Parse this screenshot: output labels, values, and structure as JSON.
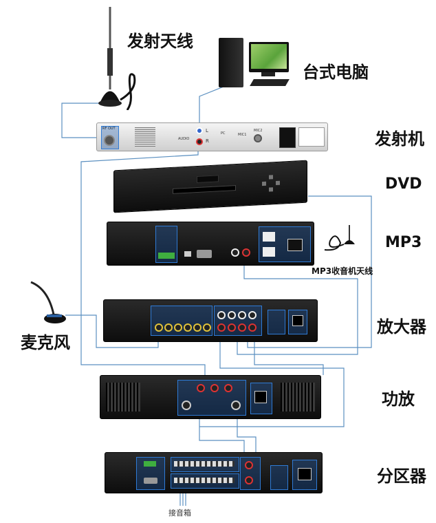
{
  "labels": {
    "antenna": "发射天线",
    "computer": "台式电脑",
    "transmitter": "发射机",
    "dvd": "DVD",
    "mp3": "MP3",
    "mp3_antenna": "MP3收音机天线",
    "mic": "麦克风",
    "preamp": "放大器",
    "power_amp": "功放",
    "zoner": "分区器",
    "speaker": "接音箱"
  },
  "panel_text": {
    "rf_out": "RF OUT",
    "audio": "AUDIO",
    "pc": "PC",
    "mic1": "MIC1",
    "mic2": "MIC2",
    "l": "L",
    "r": "R"
  },
  "colors": {
    "wire": "#5a8fc0",
    "panel_blue": "#2f7bd6",
    "jack_red": "#d33333",
    "jack_yellow": "#e0c23a"
  }
}
